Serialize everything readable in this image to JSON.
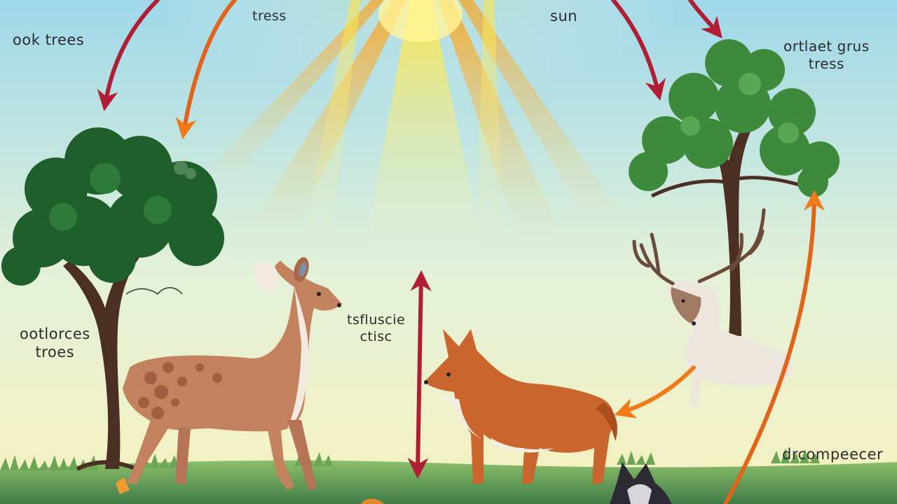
{
  "labels": {
    "oak_trees": "ook trees",
    "trees_top": "tress",
    "sun": "sun",
    "right_tree_line1": "ortlaet grus",
    "right_tree_line2": "tress",
    "left_lower_line1": "ootlorces",
    "left_lower_line2": "troes",
    "middle_line1": "tsfluscie",
    "middle_line2": "ctisc",
    "decomposer": "drcompeecer"
  },
  "colors": {
    "sky_top": "#a9dbe8",
    "sky_bottom": "#f3f2c4",
    "sun_core": "#fff26a",
    "sun_ray": "#ffb400",
    "arrow_red": "#b01e34",
    "arrow_orange": "#f07a18",
    "foliage_dark": "#1f5f2c",
    "foliage_light": "#3e8a3c",
    "trunk": "#4a2f22",
    "grass": "#5e9a4f",
    "doe": "#c3825e",
    "fox": "#c9652d",
    "stag": "#ede6de"
  },
  "icons": [
    "sun-icon",
    "oak-tree-icon",
    "tree-icon",
    "doe-icon",
    "fox-icon",
    "stag-icon",
    "wolf-icon"
  ]
}
